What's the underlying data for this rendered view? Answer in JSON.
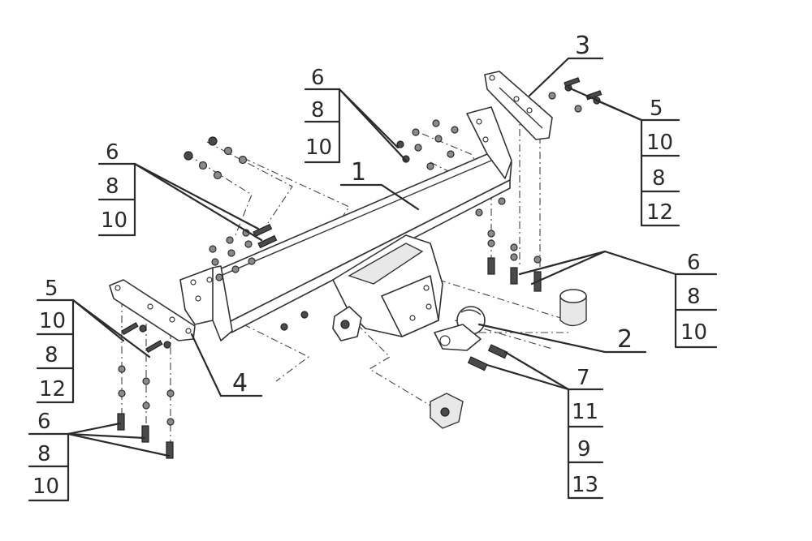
{
  "diagram": {
    "callouts": [
      {
        "id": "label-1",
        "text": "1"
      },
      {
        "id": "label-2",
        "text": "2"
      },
      {
        "id": "label-3",
        "text": "3"
      },
      {
        "id": "label-4",
        "text": "4"
      }
    ],
    "stacks": {
      "top_center": [
        "6",
        "8",
        "10"
      ],
      "top_left": [
        "6",
        "8",
        "10"
      ],
      "top_right": [
        "5",
        "10",
        "8",
        "12"
      ],
      "mid_right": [
        "6",
        "8",
        "10"
      ],
      "left_upper": [
        "5",
        "10",
        "8",
        "12"
      ],
      "left_lower": [
        "6",
        "8",
        "10"
      ],
      "bottom_right": [
        "7",
        "11",
        "9",
        "13"
      ]
    }
  }
}
